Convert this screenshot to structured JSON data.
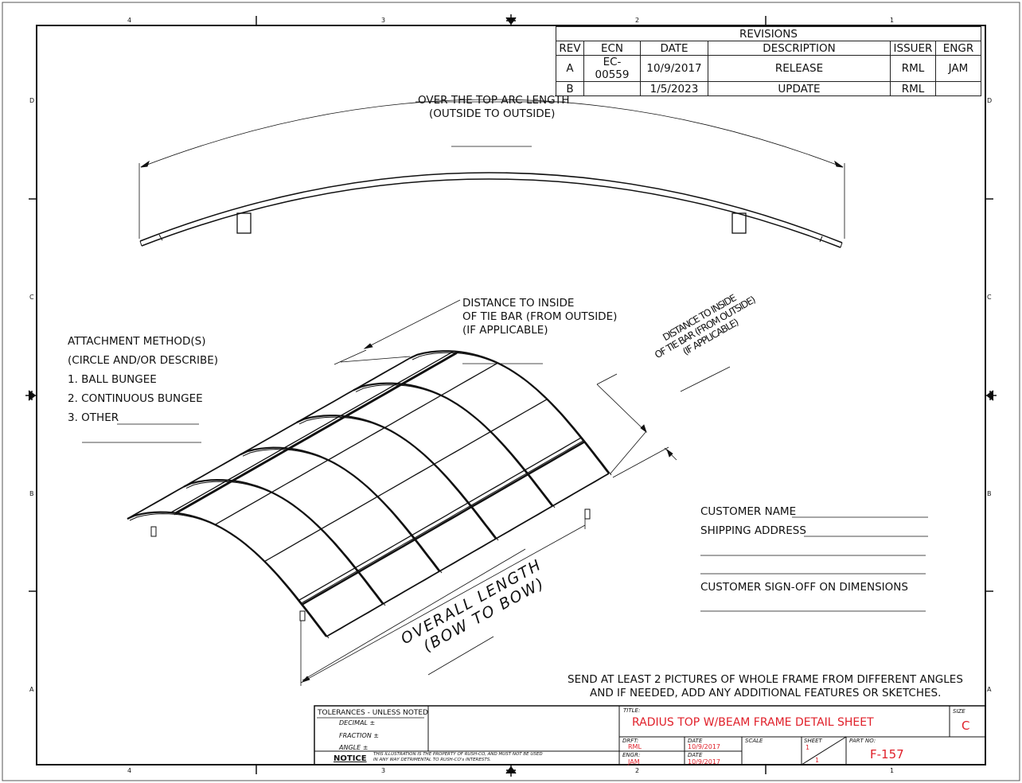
{
  "border": {
    "zone_columns": [
      "4",
      "3",
      "2",
      "1"
    ],
    "zone_rows": [
      "D",
      "C",
      "B",
      "A"
    ]
  },
  "revisions": {
    "title": "REVISIONS",
    "headers": [
      "REV",
      "ECN",
      "DATE",
      "DESCRIPTION",
      "ISSUER",
      "ENGR"
    ],
    "rows": [
      [
        "A",
        "EC-00559",
        "10/9/2017",
        "RELEASE",
        "RML",
        "JAM"
      ],
      [
        "B",
        "",
        "1/5/2023",
        "UPDATE",
        "RML",
        ""
      ]
    ]
  },
  "notes": {
    "arc_length_line1": "OVER THE TOP ARC LENGTH",
    "arc_length_line2": "(OUTSIDE TO OUTSIDE)",
    "tie_bar_line1": "DISTANCE TO INSIDE",
    "tie_bar_line2": "OF TIE BAR (FROM OUTSIDE)",
    "tie_bar_line3": "(IF APPLICABLE)",
    "overall_line1": "OVERALL LENGTH",
    "overall_line2": "(BOW TO BOW)",
    "attachment_title": "ATTACHMENT METHOD(S)",
    "attachment_sub": "(CIRCLE AND/OR DESCRIBE)",
    "attachment_options": [
      "1. BALL BUNGEE",
      "2. CONTINUOUS BUNGEE",
      "3. OTHER"
    ],
    "customer_name": "CUSTOMER NAME",
    "shipping_address": "SHIPPING ADDRESS",
    "signoff": "CUSTOMER SIGN-OFF ON DIMENSIONS",
    "pictures_line1": "SEND AT LEAST 2 PICTURES OF WHOLE FRAME FROM DIFFERENT ANGLES",
    "pictures_line2": "AND IF NEEDED, ADD ANY ADDITIONAL FEATURES OR SKETCHES."
  },
  "title_block": {
    "tolerances_title": "TOLERANCES - UNLESS NOTED",
    "decimal": "DECIMAL ±",
    "fraction": "FRACTION ±",
    "angle": "ANGLE ±",
    "notice_label": "NOTICE",
    "notice_line1": "THIS ILLUSTRATION IS THE PROPERTY OF RUSH-CO, AND MUST NOT BE USED",
    "notice_line2": "IN ANY WAY DETRIMENTAL TO RUSH-CO's INTERESTS.",
    "title_label": "TITLE:",
    "title": "RADIUS TOP W/BEAM FRAME DETAIL SHEET",
    "size_label": "SIZE",
    "size": "C",
    "drft_label": "DRFT:",
    "drft": "RML",
    "engr_label": "ENGR:",
    "engr": "JAM",
    "date_label": "DATE",
    "drft_date": "10/9/2017",
    "engr_date": "10/9/2017",
    "scale_label": "SCALE",
    "sheet_label": "SHEET",
    "sheet_num": "1",
    "sheet_total": "1",
    "part_no_label": "PART NO:",
    "part_no": "F-157",
    "accent_color": "#e0202a"
  }
}
